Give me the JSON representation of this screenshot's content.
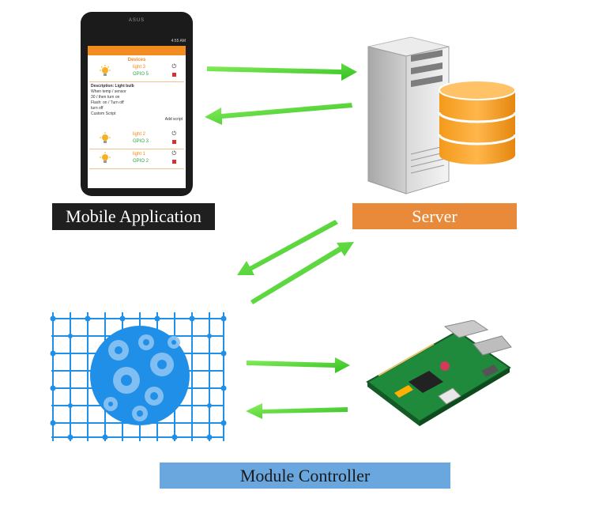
{
  "labels": {
    "mobile": "Mobile Application",
    "server": "Server",
    "module": "Module Controller"
  },
  "phone": {
    "brand": "ASUS",
    "status_time": "4:55 AM",
    "screen_title": "Devices",
    "devices": [
      {
        "name": "light 3",
        "gpio": "GPIO 5"
      },
      {
        "name": "light 2",
        "gpio": "GPIO 3"
      },
      {
        "name": "light 1",
        "gpio": "GPIO 2"
      }
    ],
    "settings_heading": "Description: Light bulb",
    "settings_lines": [
      "When temp / sensor",
      "30 / then turn on",
      "Flash: on / Turn off",
      "turn off"
    ],
    "custom_script": "Custom Script",
    "add_script": "Add script"
  },
  "colors": {
    "arrow": "#4fd630",
    "server_label": "#e98a3b",
    "module_label": "#6aa7df",
    "mobile_label": "#1f1f1f",
    "app_accent": "#f28b20",
    "db": "#f7a22a",
    "grid_blue": "#1f8fe8",
    "pcb_green": "#1f8a3c"
  },
  "icons": [
    "phone-icon",
    "server-tower-icon",
    "database-icon",
    "gear-globe-icon",
    "raspberry-pi-icon"
  ]
}
